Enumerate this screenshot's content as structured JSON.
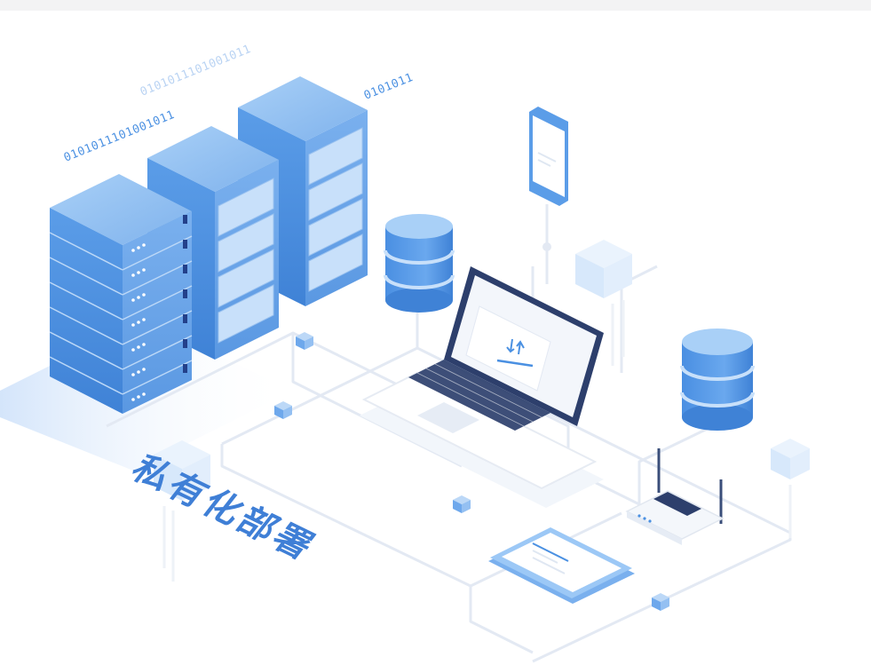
{
  "scene": {
    "title": "私有化部署",
    "binary_labels": [
      "0101011101001011",
      "0101011101001011",
      "0101011"
    ],
    "colors": {
      "primary": "#4a90e2",
      "primary_light": "#8fbdf2",
      "primary_dark": "#2f6fc4",
      "circuit": "#e3e9f3",
      "title": "#3f7fd6",
      "laptop_frame": "#2d3f6c"
    },
    "icons": {
      "laptop_screen": "sync-arrows-icon"
    }
  }
}
